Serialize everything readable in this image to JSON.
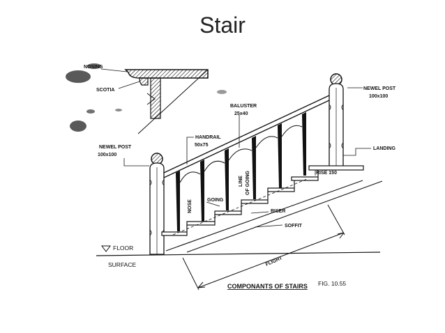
{
  "slide": {
    "title": "Stair"
  },
  "diagram": {
    "labels": {
      "nosing": "NOSING",
      "scotia": "SCOTIA",
      "baluster": "BALUSTER",
      "baluster_size": "25x40",
      "handrail": "HANDRAIL",
      "handrail_size": "50x75",
      "newel_post_left": "NEWEL POST",
      "newel_post_left_size": "100x100",
      "newel_post_right": "NEWEL POST",
      "newel_post_right_size": "100x100",
      "landing": "LANDING",
      "rise": "RISE 150",
      "line_of_going_1": "LINE",
      "line_of_going_2": "OF GOING",
      "going": "GOING",
      "nose": "NOSE",
      "riser": "RISER",
      "soffit": "SOFFIT",
      "flight": "FLIGHT",
      "floor": "FLOOR",
      "surface": "SURFACE",
      "caption": "COMPONANTS OF STAIRS",
      "figure": "FIG. 10.55"
    }
  }
}
